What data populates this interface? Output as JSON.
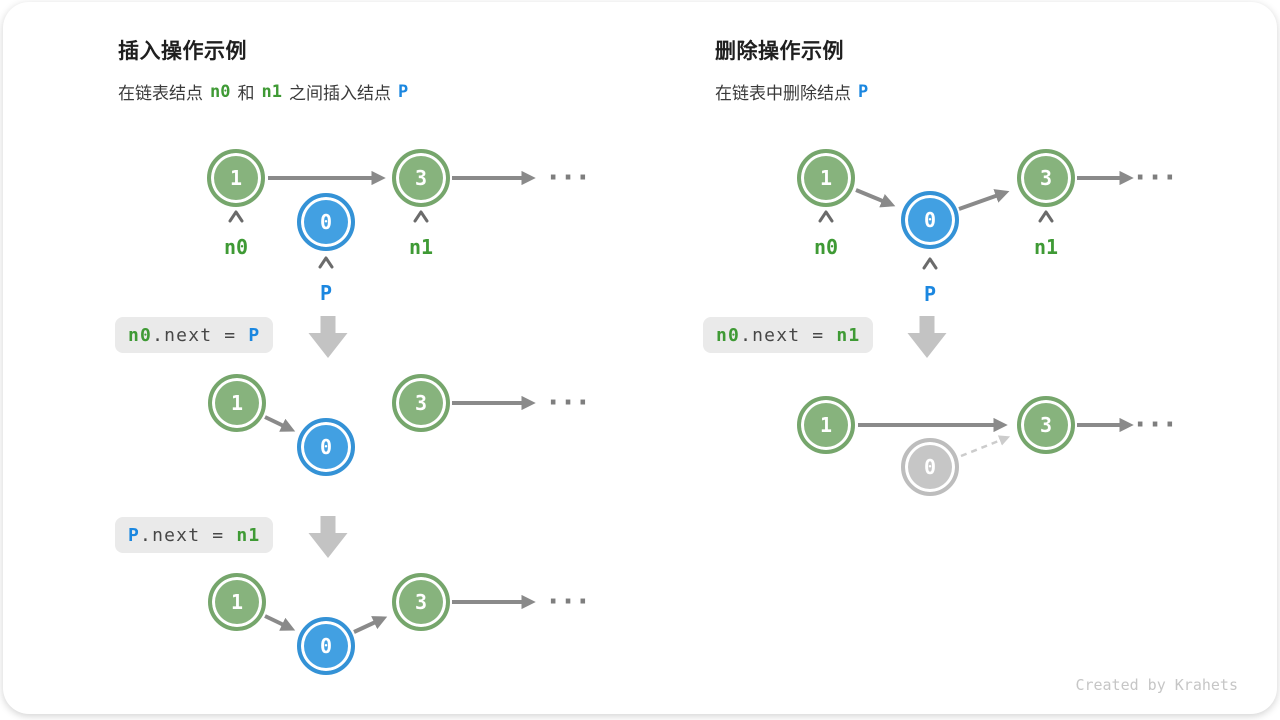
{
  "left_panel": {
    "title": "插入操作示例",
    "subtitle": {
      "t1": "在链表结点",
      "id1": "n0",
      "t2": "和",
      "id2": "n1",
      "t3": "之间插入结点",
      "id3": "P"
    },
    "code1": {
      "id1": "n0",
      "mid": ".next = ",
      "id2": "P"
    },
    "code2": {
      "id1": "P",
      "mid": ".next = ",
      "id2": "n1"
    }
  },
  "right_panel": {
    "title": "删除操作示例",
    "subtitle": {
      "t1": "在链表中删除结点",
      "id1": "P"
    },
    "code1": {
      "id1": "n0",
      "mid": ".next = ",
      "id2": "n1"
    }
  },
  "node_values": {
    "one": "1",
    "zero": "0",
    "three": "3"
  },
  "pointers": {
    "n0": "n0",
    "n1": "n1",
    "p": "P"
  },
  "ellipsis": "...",
  "credit": "Created by Krahets",
  "colors": {
    "node_green_fill": "#87b37d",
    "node_green_border": "#76a66c",
    "node_blue_fill": "#42a0e2",
    "node_blue_border": "#3492d6",
    "node_gray_fill": "#c6c6c6",
    "label_green": "#3f9a35",
    "label_blue": "#1b87e0",
    "arrow_gray": "#8a8a8a",
    "block_arrow_gray": "#c3c3c3",
    "codebox_bg": "#eaeaea"
  }
}
